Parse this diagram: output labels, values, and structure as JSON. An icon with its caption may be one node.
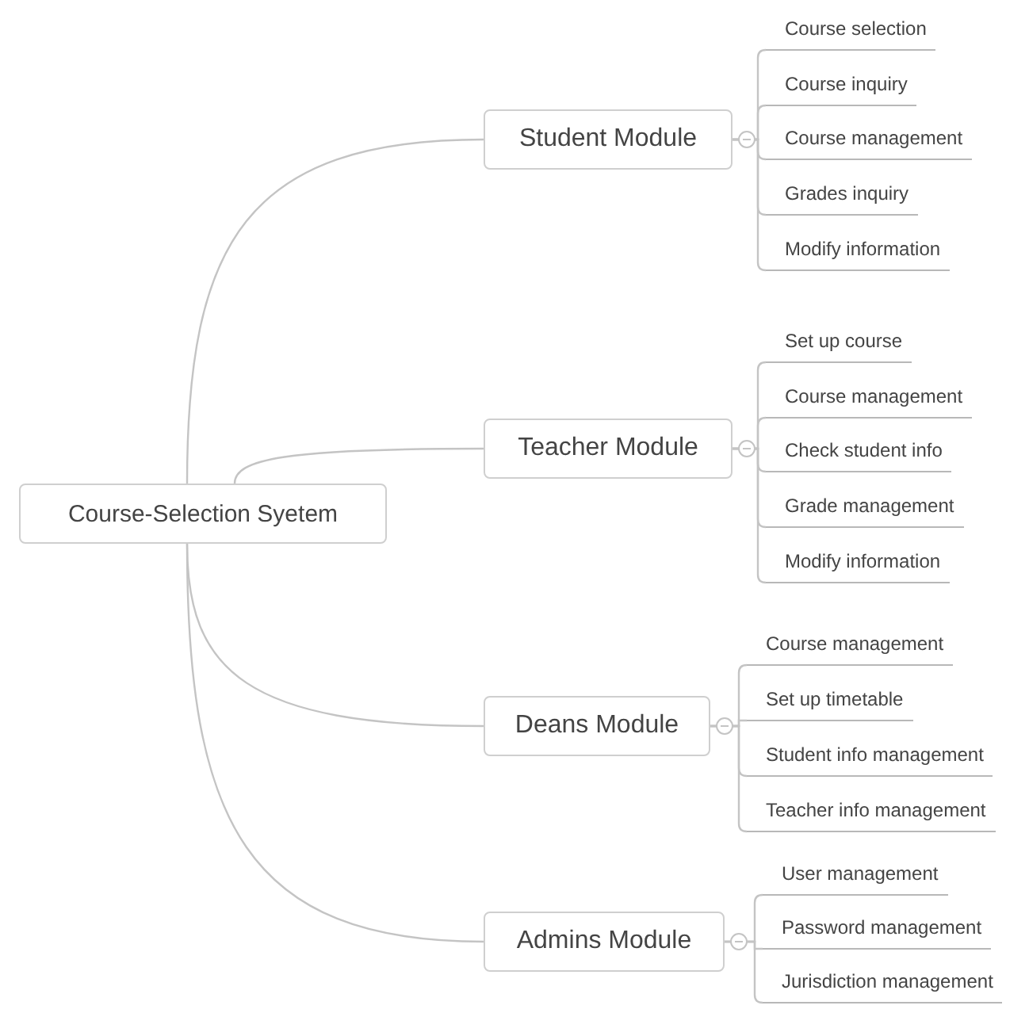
{
  "diagram": {
    "nodes": [
      {
        "text": [
          "Course-Selection Syetem"
        ]
      },
      {
        "text": [
          "Student Module"
        ]
      },
      {
        "text": [
          "Course selection"
        ]
      },
      {
        "text": [
          "Course inquiry"
        ]
      },
      {
        "text": [
          "Course management"
        ]
      },
      {
        "text": [
          "Grades inquiry"
        ]
      },
      {
        "text": [
          "Modify information"
        ]
      },
      {
        "text": [
          "Teacher Module"
        ]
      },
      {
        "text": [
          "Set up course"
        ]
      },
      {
        "text": [
          "Course management"
        ]
      },
      {
        "text": [
          "Check student info"
        ]
      },
      {
        "text": [
          "Grade management"
        ]
      },
      {
        "text": [
          "Modify information"
        ]
      },
      {
        "text": [
          "Deans Module"
        ]
      },
      {
        "text": [
          "Course management"
        ]
      },
      {
        "text": [
          "Set up timetable"
        ]
      },
      {
        "text": [
          "Student info management"
        ]
      },
      {
        "text": [
          "Teacher info management"
        ]
      },
      {
        "text": [
          "Admins Module"
        ]
      },
      {
        "text": [
          "User management"
        ]
      },
      {
        "text": [
          "Password management"
        ]
      },
      {
        "text": [
          "Jurisdiction management"
        ]
      }
    ],
    "edges": [
      {
        "from": 0,
        "to": 1,
        "arrow": "none"
      },
      {
        "from": 0,
        "to": 7,
        "arrow": "none"
      },
      {
        "from": 0,
        "to": 13,
        "arrow": "none"
      },
      {
        "from": 0,
        "to": 18,
        "arrow": "none"
      },
      {
        "from": 1,
        "to": 2,
        "arrow": "none"
      },
      {
        "from": 1,
        "to": 3,
        "arrow": "none"
      },
      {
        "from": 1,
        "to": 4,
        "arrow": "none"
      },
      {
        "from": 1,
        "to": 5,
        "arrow": "none"
      },
      {
        "from": 1,
        "to": 6,
        "arrow": "none"
      },
      {
        "from": 7,
        "to": 8,
        "arrow": "none"
      },
      {
        "from": 7,
        "to": 9,
        "arrow": "none"
      },
      {
        "from": 7,
        "to": 10,
        "arrow": "none"
      },
      {
        "from": 7,
        "to": 11,
        "arrow": "none"
      },
      {
        "from": 7,
        "to": 12,
        "arrow": "none"
      },
      {
        "from": 13,
        "to": 14,
        "arrow": "none"
      },
      {
        "from": 13,
        "to": 15,
        "arrow": "none"
      },
      {
        "from": 13,
        "to": 16,
        "arrow": "none"
      },
      {
        "from": 13,
        "to": 17,
        "arrow": "none"
      },
      {
        "from": 18,
        "to": 19,
        "arrow": "none"
      },
      {
        "from": 18,
        "to": 20,
        "arrow": "none"
      },
      {
        "from": 18,
        "to": 21,
        "arrow": "none"
      }
    ]
  }
}
